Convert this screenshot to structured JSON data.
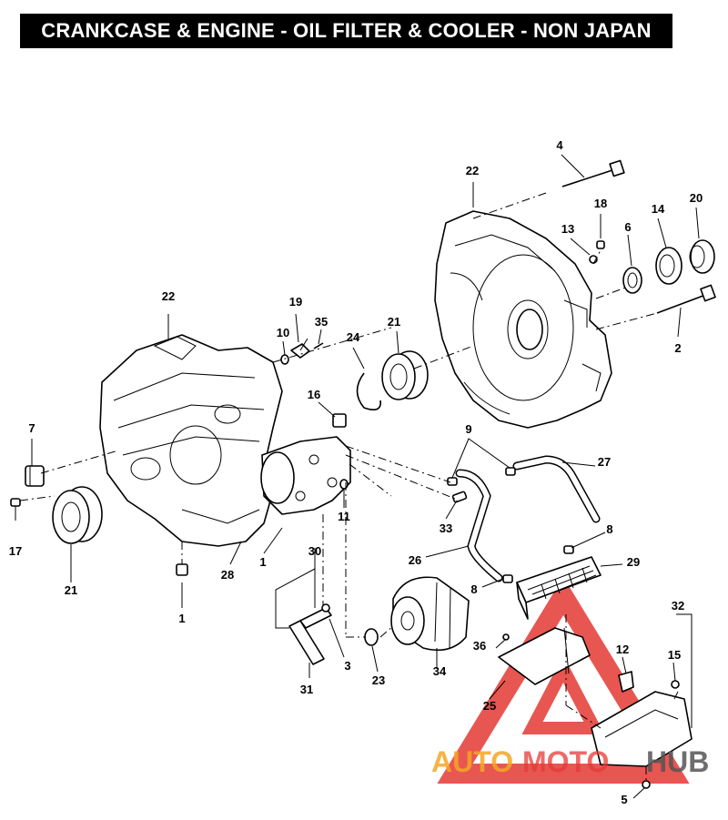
{
  "title": "CRANKCASE & ENGINE - OIL FILTER & COOLER - NON JAPAN",
  "watermark": {
    "part1": "AUTO",
    "part2": "MOTO",
    "part3": "HUB",
    "color_orange": "#f5a623",
    "color_red": "#e53935",
    "color_gray": "#555555"
  },
  "callouts": {
    "c1a": "1",
    "c1b": "1",
    "c2": "2",
    "c3": "3",
    "c4": "4",
    "c5": "5",
    "c6": "6",
    "c7": "7",
    "c8a": "8",
    "c8b": "8",
    "c9": "9",
    "c10": "10",
    "c11": "11",
    "c12": "12",
    "c13": "13",
    "c14": "14",
    "c15": "15",
    "c16": "16",
    "c17": "17",
    "c18": "18",
    "c19": "19",
    "c20": "20",
    "c21a": "21",
    "c21b": "21",
    "c22a": "22",
    "c22b": "22",
    "c23": "23",
    "c24": "24",
    "c25": "25",
    "c26": "26",
    "c27": "27",
    "c28": "28",
    "c29": "29",
    "c30": "30",
    "c31": "31",
    "c32": "32",
    "c33": "33",
    "c34": "34",
    "c35": "35",
    "c36": "36"
  }
}
